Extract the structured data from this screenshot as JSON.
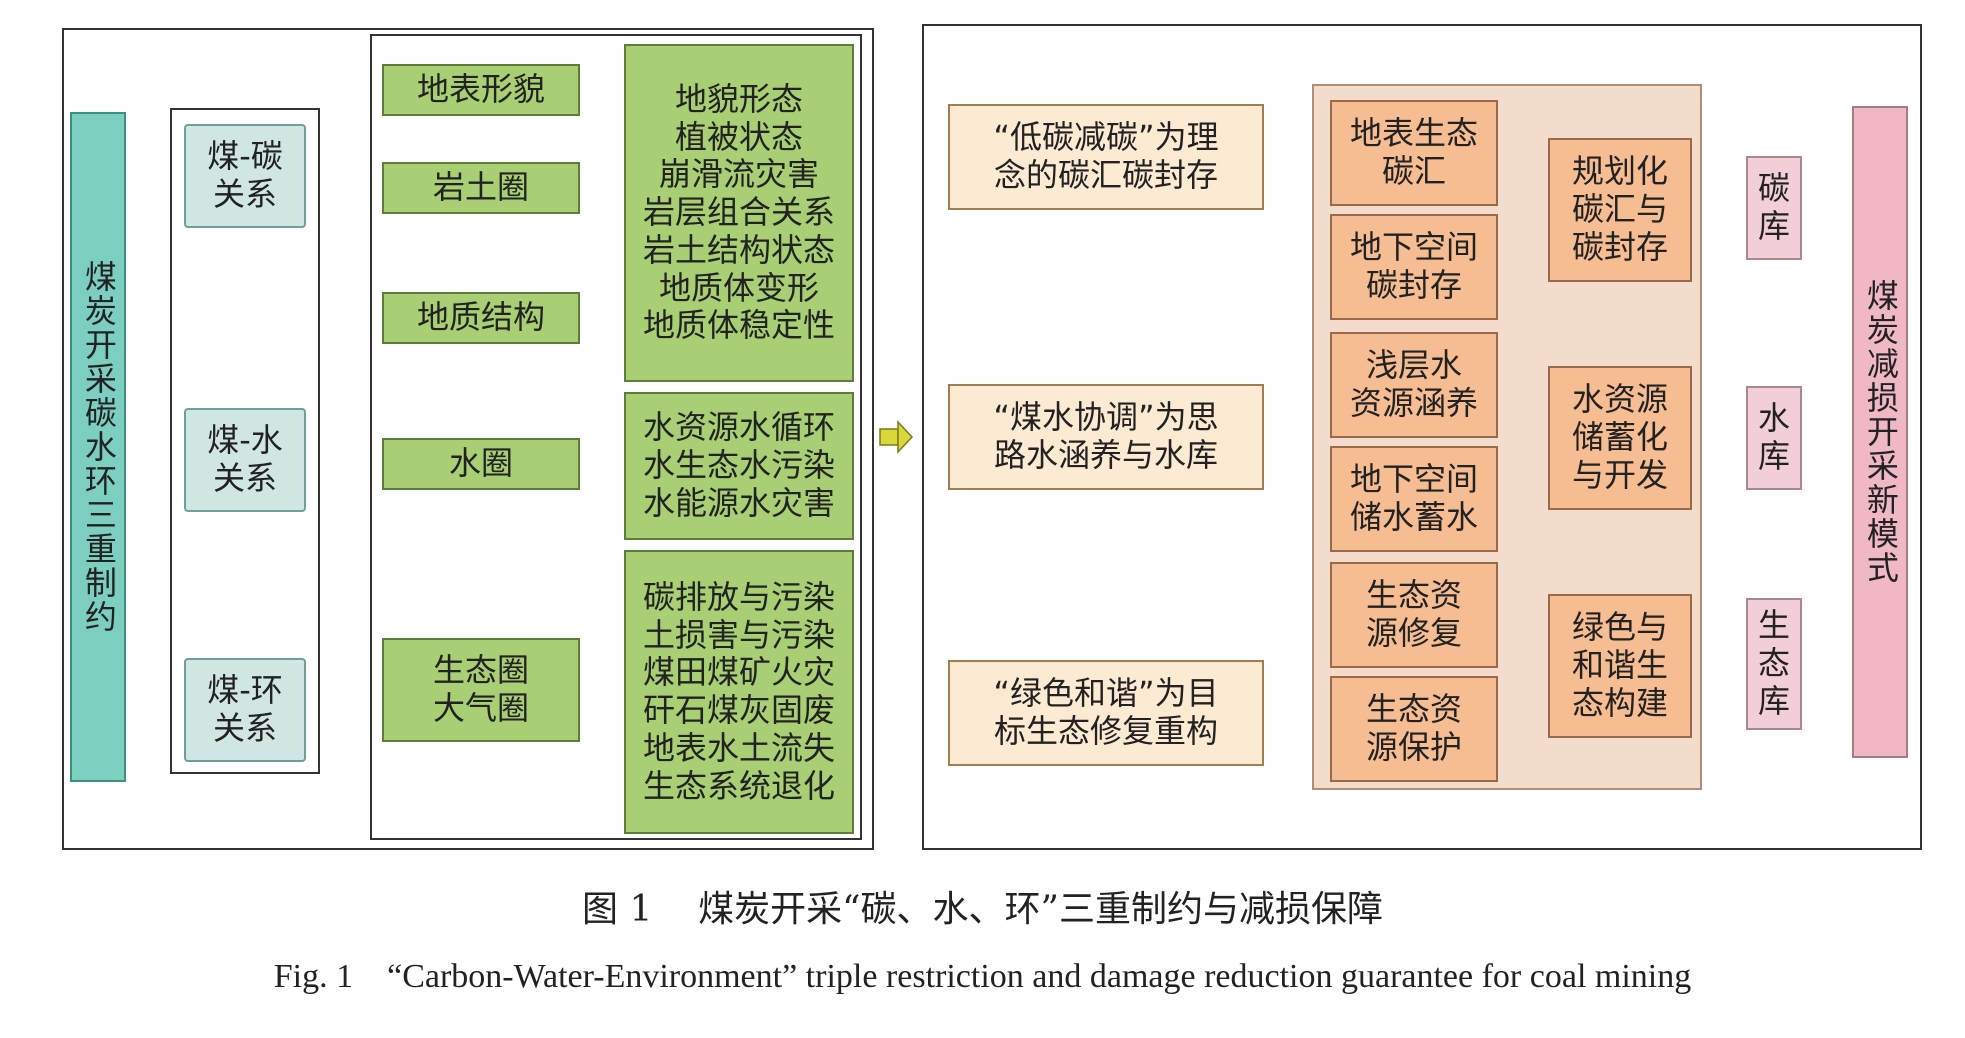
{
  "left_panel": {
    "main_label": "煤炭开采碳水环三重制约",
    "relations": [
      "煤-碳\n关系",
      "煤-水\n关系",
      "煤-环\n关系"
    ],
    "categories": [
      "地表形貌",
      "岩土圈",
      "地质结构",
      "水圈",
      "生态圈\n大气圈"
    ],
    "details": [
      "地貌形态\n植被状态\n崩滑流灾害\n岩层组合关系\n岩土结构状态\n地质体变形\n地质体稳定性",
      "水资源水循环\n水生态水污染\n水能源水灾害",
      "碳排放与污染\n土损害与污染\n煤田煤矿火灾\n矸石煤灰固废\n地表水土流失\n生态系统退化"
    ]
  },
  "right_panel": {
    "concepts": [
      "“低碳减碳”为理\n念的碳汇碳封存",
      "“煤水协调”为思\n路水涵养与水库",
      "“绿色和谐”为目\n标生态修复重构"
    ],
    "measures": [
      "地表生态\n碳汇",
      "地下空间\n碳封存",
      "浅层水\n资源涵养",
      "地下空间\n储水蓄水",
      "生态资\n源修复",
      "生态资\n源保护"
    ],
    "outcomes": [
      "规划化\n碳汇与\n碳封存",
      "水资源\n储蓄化\n与开发",
      "绿色与\n和谐生\n态构建"
    ],
    "stores": [
      "碳\n库",
      "水\n库",
      "生\n态\n库"
    ],
    "final_label": "煤炭减损开采新模式"
  },
  "caption": {
    "cn": "图 1    煤炭开采“碳、水、环”三重制约与减损保障",
    "en": "Fig. 1    “Carbon-Water-Environment” triple restriction and damage reduction guarantee for coal mining"
  },
  "colors": {
    "teal": "#7ccfbf",
    "light_teal": "#cfe6e2",
    "green": "#a8cf74",
    "cream": "#fcebd2",
    "salmon": "#f6bc92",
    "panel_bg": "#f3dccb",
    "pink": "#f2cfd6",
    "orange_arrow": "#e07a2c",
    "brown_arrow": "#a4521f",
    "red_arrow": "#b0202a",
    "blue_arrow": "#2aa7d8",
    "yellow_arrow": "#d8d83a"
  }
}
